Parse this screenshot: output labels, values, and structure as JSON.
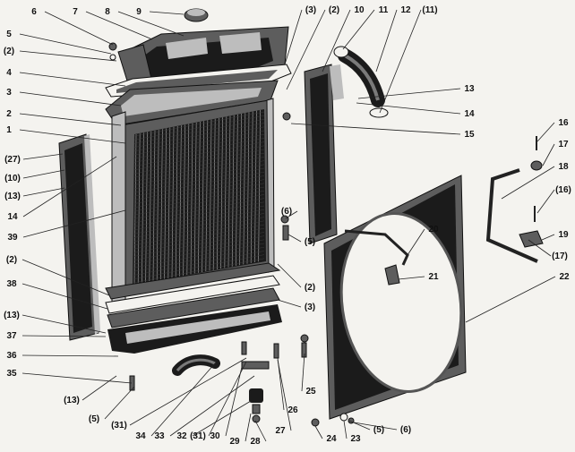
{
  "diagram": {
    "labels": [
      "6",
      "7",
      "8",
      "9",
      "5",
      "(2)",
      "4",
      "3",
      "2",
      "1",
      "(27)",
      "(10)",
      "(13)",
      "14",
      "39",
      "(3)",
      "(2)",
      "10",
      "11",
      "12",
      "(11)",
      "13",
      "14",
      "15",
      "16",
      "17",
      "18",
      "(16)",
      "19",
      "(17)",
      "20",
      "21",
      "22",
      "(6)",
      "(5)",
      "(2)",
      "(3)",
      "25",
      "26",
      "27",
      "28",
      "29",
      "30",
      "(31)",
      "32",
      "33",
      "34",
      "(31)",
      "(5)",
      "(13)",
      "35",
      "36",
      "37",
      "(13)",
      "38",
      "(2)",
      "24",
      "23",
      "(5)",
      "(6)"
    ]
  }
}
